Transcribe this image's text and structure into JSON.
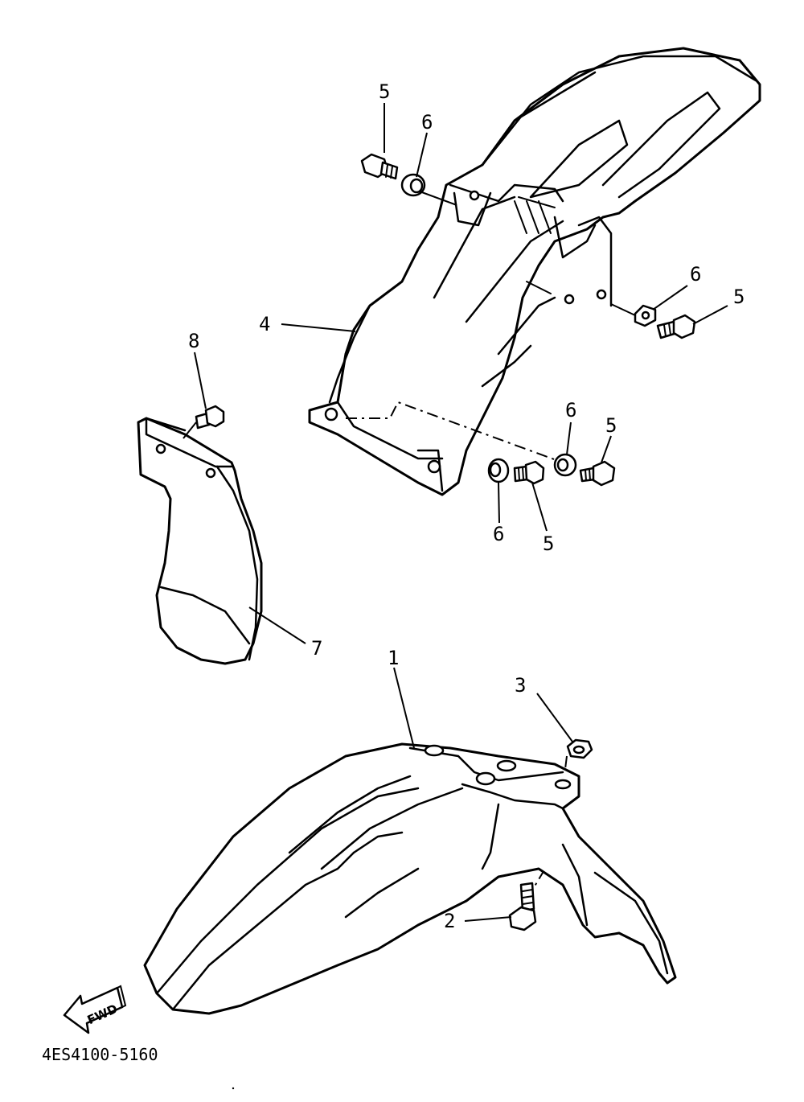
{
  "diagram": {
    "callouts": {
      "c1": "1",
      "c2": "2",
      "c3": "3",
      "c4": "4",
      "c5a": "5",
      "c6a": "6",
      "c6b": "6",
      "c5b": "5",
      "c6c": "6",
      "c5c": "5",
      "c6d": "6",
      "c5d": "5",
      "c7": "7",
      "c8": "8"
    },
    "direction_arrow": "FWD",
    "part_code": "4ES4100-5160"
  }
}
